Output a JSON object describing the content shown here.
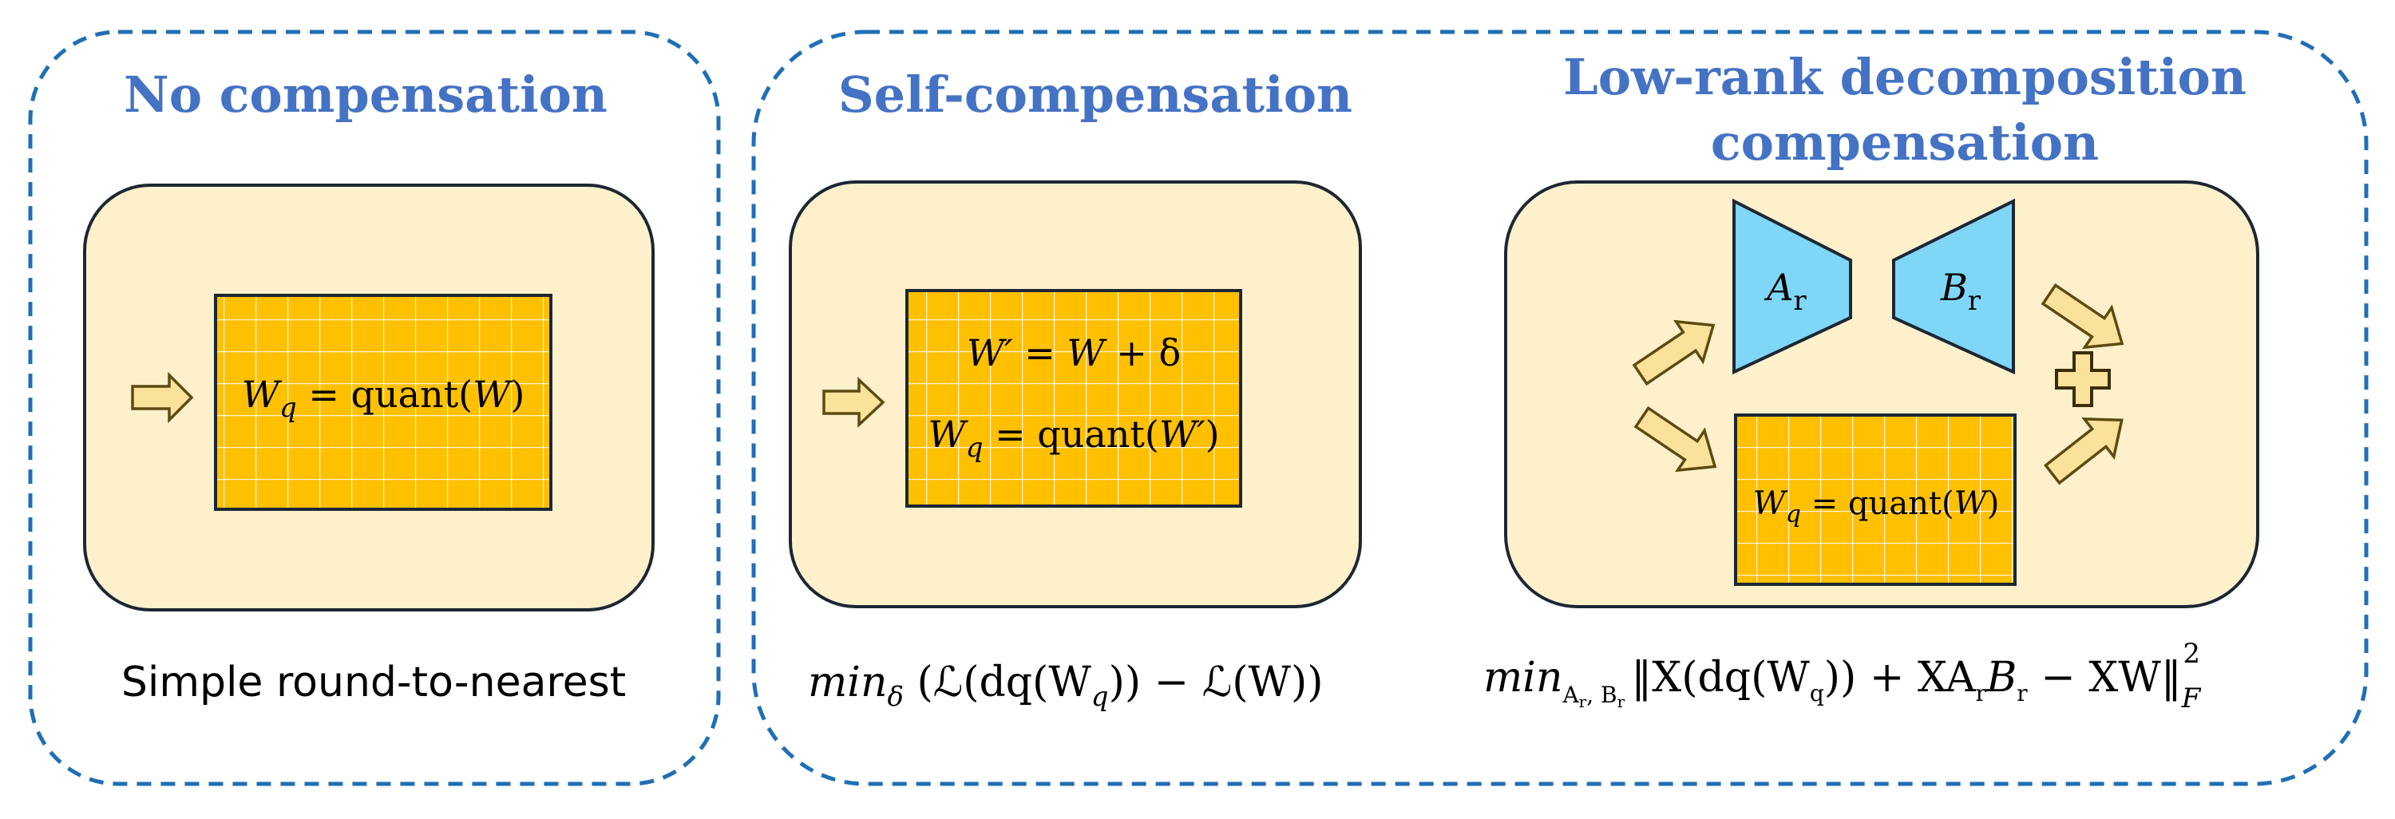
{
  "colors": {
    "panel_border": "#1F6FB4",
    "title": "#4472C4",
    "card_fill": "#FDF0CB",
    "card_border": "#1C2733",
    "matrix_fill": "#FFC000",
    "matrix_grid": "#FFF4D6",
    "arrow_fill": "#FBE29A",
    "arrow_border": "#5C4A12",
    "lowrank_fill": "#7FD6F7",
    "lowrank_border": "#1C2733"
  },
  "panels": {
    "no_comp": {
      "title": "No compensation",
      "matrix_label": {
        "lhs": "W",
        "lhs_sub": "q",
        "eq": " = quant(",
        "arg": "W",
        "close": ")"
      },
      "caption": "Simple round-to-nearest"
    },
    "self_comp": {
      "title": "Self-compensation",
      "line1": {
        "lhs": "W′",
        "eq": " = ",
        "rhs": "W",
        "plus": " + δ"
      },
      "line2": {
        "lhs": "W",
        "lhs_sub": "q",
        "eq": " = quant(",
        "arg": "W′",
        "close": ")"
      },
      "formula": {
        "min": "min",
        "sub": "δ",
        "body": " (ℒ(dq(W",
        "body_sub": "q",
        "tail": ")) − ℒ(W))"
      }
    },
    "lowrank": {
      "title_line1": "Low-rank decomposition",
      "title_line2": "compensation",
      "a_label": "A",
      "a_sub": "r",
      "b_label": "B",
      "b_sub": "r",
      "plus_icon": "plus-icon",
      "matrix_label": {
        "lhs": "W",
        "lhs_sub": "q",
        "eq": " = quant(",
        "arg": "W",
        "close": ")"
      },
      "formula": {
        "min": "min",
        "sub": "A",
        "sub_r1": "r",
        "sub_sep": ", B",
        "sub_r2": "r",
        "body": "‖X(dq(W",
        "body_sub": "q",
        "mid": ")) + XA",
        "mid_sub1": "r",
        "mid2": "B",
        "mid_sub2": "r",
        "tail": " − XW‖",
        "norm_sub": "F",
        "norm_sup": "2"
      }
    }
  }
}
